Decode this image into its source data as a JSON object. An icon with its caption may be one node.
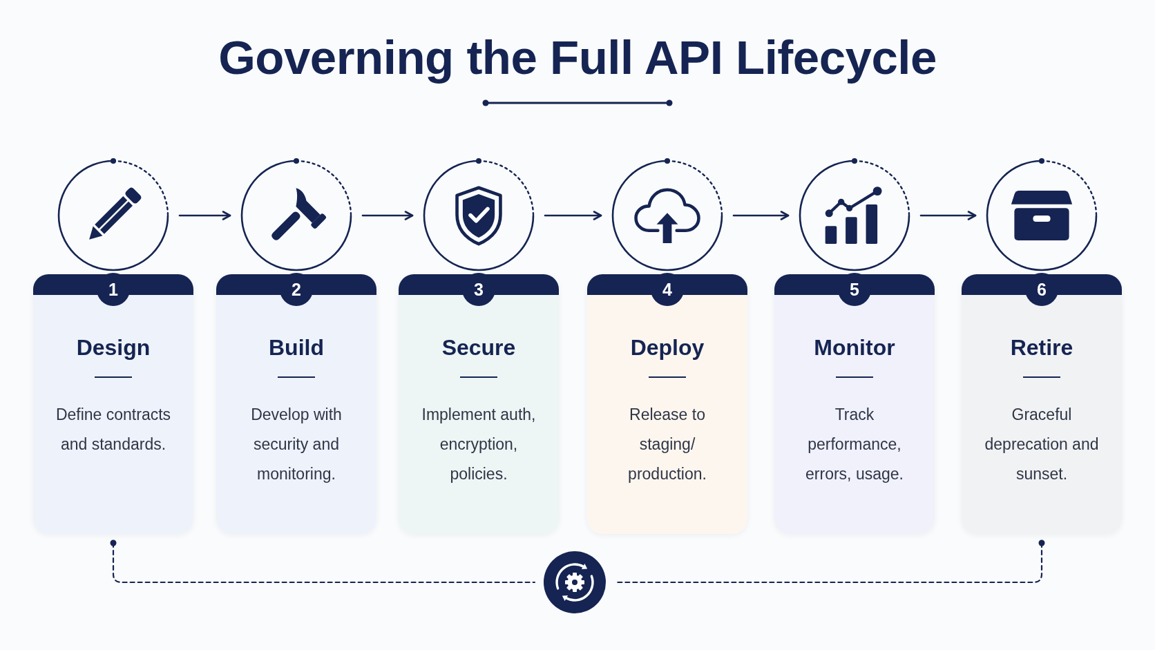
{
  "diagram": {
    "title": "Governing the Full API Lifecycle",
    "nodes": [
      {
        "text": [],
        "shape": "circle"
      },
      {
        "text": [
          "1",
          "Design",
          "Define contracts and standards."
        ]
      },
      {
        "text": [],
        "shape": "circle"
      },
      {
        "text": [
          "2",
          "Build",
          "Develop with security and monitoring."
        ]
      },
      {
        "text": [],
        "shape": "circle"
      },
      {
        "text": [
          "3",
          "Secure",
          "Implement auth, encryption, policies."
        ]
      },
      {
        "text": [],
        "shape": "circle"
      },
      {
        "text": [
          "4",
          "Deploy",
          "Release to staging/ production."
        ]
      },
      {
        "text": [],
        "shape": "circle"
      },
      {
        "text": [
          "5",
          "Monitor",
          "Track performance, errors, usage."
        ]
      },
      {
        "text": [],
        "shape": "circle"
      },
      {
        "text": [
          "6",
          "Retire",
          "Graceful deprecation and sunset."
        ]
      },
      {
        "text": [],
        "shape": "circle"
      }
    ],
    "edges": [
      {
        "from": 0,
        "to": 2,
        "arrow": "to"
      },
      {
        "from": 2,
        "to": 4,
        "arrow": "to"
      },
      {
        "from": 4,
        "to": 6,
        "arrow": "to"
      },
      {
        "from": 6,
        "to": 8,
        "arrow": "to"
      },
      {
        "from": 8,
        "to": 10,
        "arrow": "to"
      },
      {
        "from": 1,
        "to": 12,
        "arrow": "other",
        "style": "dashed"
      },
      {
        "from": 11,
        "to": 12,
        "arrow": "other",
        "style": "dashed"
      }
    ]
  }
}
